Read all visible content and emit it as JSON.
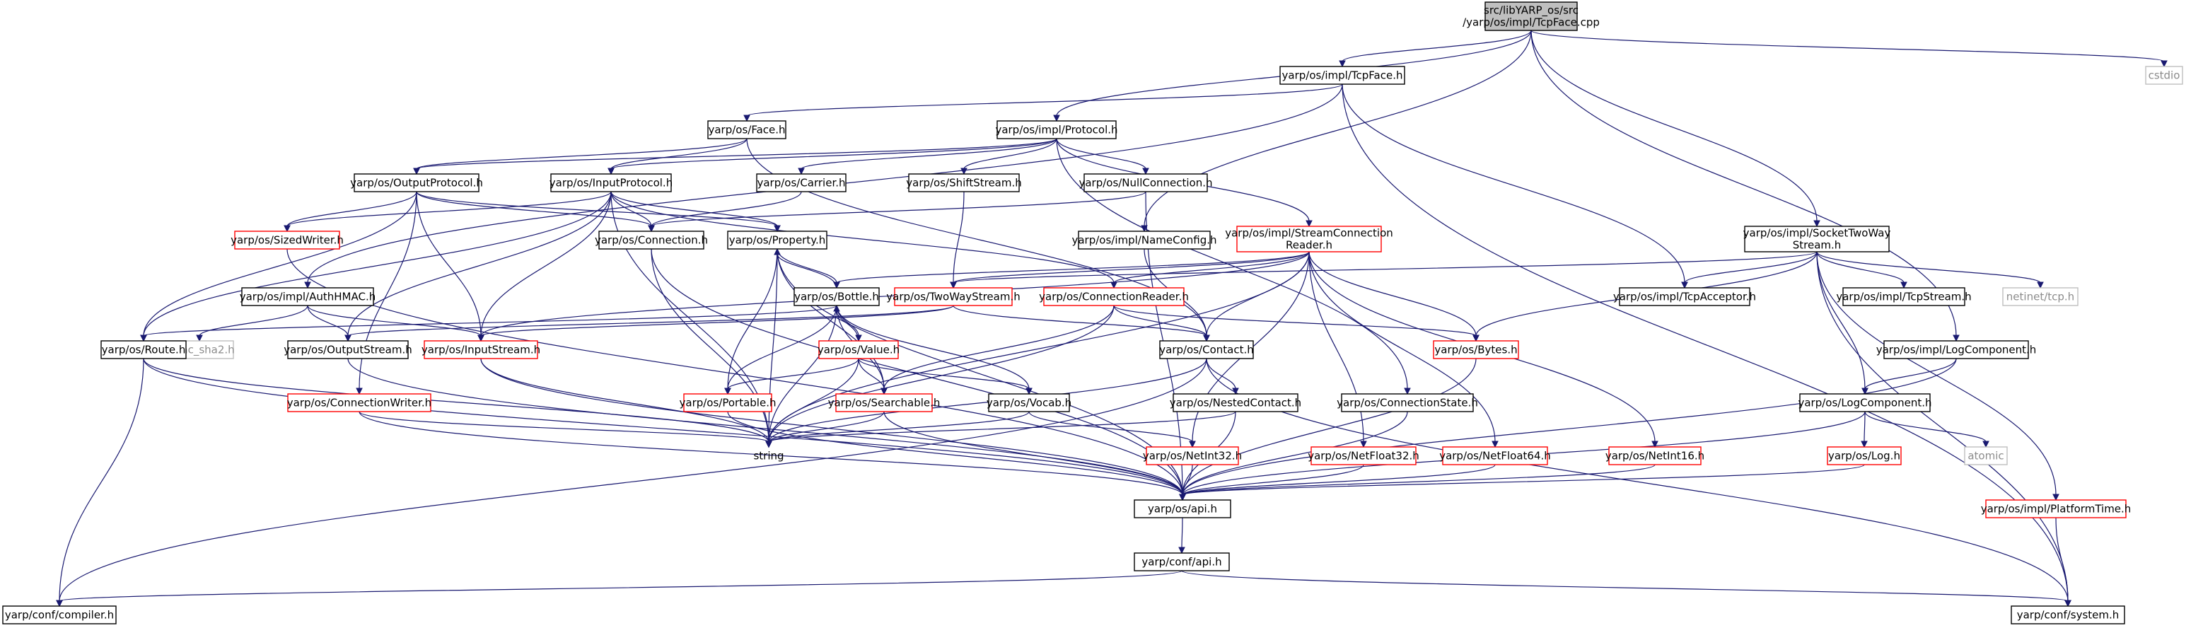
{
  "colors": {
    "edge": "#191970",
    "root_fill": "#bfbfbf",
    "missing_border": "#ff0000",
    "system_border": "#bfbfbf",
    "system_text": "#8c8c8c"
  },
  "nodes": [
    {
      "id": "root",
      "lines": [
        "src/libYARP_os/src",
        "/yarp/os/impl/TcpFace.cpp"
      ],
      "kind": "root"
    },
    {
      "id": "tcpface_h",
      "lines": [
        "yarp/os/impl/TcpFace.h"
      ],
      "kind": "normal"
    },
    {
      "id": "cstdio",
      "lines": [
        "cstdio"
      ],
      "kind": "gray"
    },
    {
      "id": "face_h",
      "lines": [
        "yarp/os/Face.h"
      ],
      "kind": "normal"
    },
    {
      "id": "protocol_h",
      "lines": [
        "yarp/os/impl/Protocol.h"
      ],
      "kind": "normal"
    },
    {
      "id": "outputprotocol_h",
      "lines": [
        "yarp/os/OutputProtocol.h"
      ],
      "kind": "normal"
    },
    {
      "id": "inputprotocol_h",
      "lines": [
        "yarp/os/InputProtocol.h"
      ],
      "kind": "normal"
    },
    {
      "id": "carrier_h",
      "lines": [
        "yarp/os/Carrier.h"
      ],
      "kind": "normal"
    },
    {
      "id": "shiftstream_h",
      "lines": [
        "yarp/os/ShiftStream.h"
      ],
      "kind": "normal"
    },
    {
      "id": "nullconnection_h",
      "lines": [
        "yarp/os/NullConnection.h"
      ],
      "kind": "normal"
    },
    {
      "id": "namecfg_h",
      "lines": [
        "yarp/os/impl/NameConfig.h"
      ],
      "kind": "normal"
    },
    {
      "id": "streamconnreader_h",
      "lines": [
        "yarp/os/impl/StreamConnection",
        "Reader.h"
      ],
      "kind": "red"
    },
    {
      "id": "sockettwoway_h",
      "lines": [
        "yarp/os/impl/SocketTwoWay",
        "Stream.h"
      ],
      "kind": "normal"
    },
    {
      "id": "sizedwriter_h",
      "lines": [
        "yarp/os/SizedWriter.h"
      ],
      "kind": "red"
    },
    {
      "id": "connection_h",
      "lines": [
        "yarp/os/Connection.h"
      ],
      "kind": "normal"
    },
    {
      "id": "property_h",
      "lines": [
        "yarp/os/Property.h"
      ],
      "kind": "normal"
    },
    {
      "id": "authhmac_h",
      "lines": [
        "yarp/os/impl/AuthHMAC.h"
      ],
      "kind": "normal"
    },
    {
      "id": "bottle_h",
      "lines": [
        "yarp/os/Bottle.h"
      ],
      "kind": "normal"
    },
    {
      "id": "twowaystream_h",
      "lines": [
        "yarp/os/TwoWayStream.h"
      ],
      "kind": "red"
    },
    {
      "id": "connreader_h",
      "lines": [
        "yarp/os/ConnectionReader.h"
      ],
      "kind": "red"
    },
    {
      "id": "tcpacceptor_h",
      "lines": [
        "yarp/os/impl/TcpAcceptor.h"
      ],
      "kind": "normal"
    },
    {
      "id": "tcpstream_h",
      "lines": [
        "yarp/os/impl/TcpStream.h"
      ],
      "kind": "normal"
    },
    {
      "id": "netinet_tcp_h",
      "lines": [
        "netinet/tcp.h"
      ],
      "kind": "gray"
    },
    {
      "id": "hmac_sha2_h",
      "lines": [
        "hmac_sha2.h"
      ],
      "kind": "gray"
    },
    {
      "id": "outputstream_h",
      "lines": [
        "yarp/os/OutputStream.h"
      ],
      "kind": "normal"
    },
    {
      "id": "inputstream_h",
      "lines": [
        "yarp/os/InputStream.h"
      ],
      "kind": "red"
    },
    {
      "id": "route_h",
      "lines": [
        "yarp/os/Route.h"
      ],
      "kind": "normal"
    },
    {
      "id": "value_h",
      "lines": [
        "yarp/os/Value.h"
      ],
      "kind": "red"
    },
    {
      "id": "contact_h",
      "lines": [
        "yarp/os/Contact.h"
      ],
      "kind": "normal"
    },
    {
      "id": "bytes_h",
      "lines": [
        "yarp/os/Bytes.h"
      ],
      "kind": "red"
    },
    {
      "id": "logcomponent_impl_h",
      "lines": [
        "yarp/os/impl/LogComponent.h"
      ],
      "kind": "normal"
    },
    {
      "id": "logcomponent_h",
      "lines": [
        "yarp/os/LogComponent.h"
      ],
      "kind": "normal"
    },
    {
      "id": "connwriter_h",
      "lines": [
        "yarp/os/ConnectionWriter.h"
      ],
      "kind": "red"
    },
    {
      "id": "portable_h",
      "lines": [
        "yarp/os/Portable.h"
      ],
      "kind": "red"
    },
    {
      "id": "searchable_h",
      "lines": [
        "yarp/os/Searchable.h"
      ],
      "kind": "red"
    },
    {
      "id": "vocab_h",
      "lines": [
        "yarp/os/Vocab.h"
      ],
      "kind": "normal"
    },
    {
      "id": "nestedcontact_h",
      "lines": [
        "yarp/os/NestedContact.h"
      ],
      "kind": "normal"
    },
    {
      "id": "connstate_h",
      "lines": [
        "yarp/os/ConnectionState.h"
      ],
      "kind": "normal"
    },
    {
      "id": "netint32_h",
      "lines": [
        "yarp/os/NetInt32.h"
      ],
      "kind": "red"
    },
    {
      "id": "netfloat32_h",
      "lines": [
        "yarp/os/NetFloat32.h"
      ],
      "kind": "red"
    },
    {
      "id": "netfloat64_h",
      "lines": [
        "yarp/os/NetFloat64.h"
      ],
      "kind": "red"
    },
    {
      "id": "netint16_h",
      "lines": [
        "yarp/os/NetInt16.h"
      ],
      "kind": "red"
    },
    {
      "id": "log_h",
      "lines": [
        "yarp/os/Log.h"
      ],
      "kind": "red"
    },
    {
      "id": "atomic",
      "lines": [
        "atomic"
      ],
      "kind": "gray"
    },
    {
      "id": "platformtime_h",
      "lines": [
        "yarp/os/impl/PlatformTime.h"
      ],
      "kind": "red"
    },
    {
      "id": "string",
      "lines": [
        "string"
      ],
      "kind": "textonly"
    },
    {
      "id": "api_h",
      "lines": [
        "yarp/os/api.h"
      ],
      "kind": "normal"
    },
    {
      "id": "conf_api_h",
      "lines": [
        "yarp/conf/api.h"
      ],
      "kind": "normal"
    },
    {
      "id": "conf_compiler_h",
      "lines": [
        "yarp/conf/compiler.h"
      ],
      "kind": "normal"
    },
    {
      "id": "conf_system_h",
      "lines": [
        "yarp/conf/system.h"
      ],
      "kind": "normal"
    }
  ],
  "edges": [
    [
      "root",
      "tcpface_h"
    ],
    [
      "root",
      "cstdio"
    ],
    [
      "root",
      "protocol_h"
    ],
    [
      "root",
      "namecfg_h"
    ],
    [
      "root",
      "sockettwoway_h"
    ],
    [
      "root",
      "logcomponent_impl_h"
    ],
    [
      "tcpface_h",
      "face_h"
    ],
    [
      "tcpface_h",
      "authhmac_h"
    ],
    [
      "tcpface_h",
      "tcpacceptor_h"
    ],
    [
      "tcpface_h",
      "conf_system_h"
    ],
    [
      "face_h",
      "outputprotocol_h"
    ],
    [
      "face_h",
      "inputprotocol_h"
    ],
    [
      "face_h",
      "contact_h"
    ],
    [
      "protocol_h",
      "outputprotocol_h"
    ],
    [
      "protocol_h",
      "inputprotocol_h"
    ],
    [
      "protocol_h",
      "carrier_h"
    ],
    [
      "protocol_h",
      "shiftstream_h"
    ],
    [
      "protocol_h",
      "nullconnection_h"
    ],
    [
      "protocol_h",
      "streamconnreader_h"
    ],
    [
      "protocol_h",
      "connstate_h"
    ],
    [
      "outputprotocol_h",
      "sizedwriter_h"
    ],
    [
      "outputprotocol_h",
      "connection_h"
    ],
    [
      "outputprotocol_h",
      "property_h"
    ],
    [
      "outputprotocol_h",
      "inputstream_h"
    ],
    [
      "outputprotocol_h",
      "route_h"
    ],
    [
      "outputprotocol_h",
      "connwriter_h"
    ],
    [
      "inputprotocol_h",
      "sizedwriter_h"
    ],
    [
      "inputprotocol_h",
      "connection_h"
    ],
    [
      "inputprotocol_h",
      "property_h"
    ],
    [
      "inputprotocol_h",
      "connreader_h"
    ],
    [
      "inputprotocol_h",
      "outputstream_h"
    ],
    [
      "inputprotocol_h",
      "inputstream_h"
    ],
    [
      "inputprotocol_h",
      "route_h"
    ],
    [
      "inputprotocol_h",
      "string"
    ],
    [
      "carrier_h",
      "connection_h"
    ],
    [
      "shiftstream_h",
      "twowaystream_h"
    ],
    [
      "nullconnection_h",
      "connection_h"
    ],
    [
      "nullconnection_h",
      "api_h"
    ],
    [
      "namecfg_h",
      "contact_h"
    ],
    [
      "streamconnreader_h",
      "connreader_h"
    ],
    [
      "streamconnreader_h",
      "twowaystream_h"
    ],
    [
      "streamconnreader_h",
      "bottle_h"
    ],
    [
      "streamconnreader_h",
      "contact_h"
    ],
    [
      "streamconnreader_h",
      "bytes_h"
    ],
    [
      "streamconnreader_h",
      "inputstream_h"
    ],
    [
      "streamconnreader_h",
      "netint32_h"
    ],
    [
      "streamconnreader_h",
      "netint16_h"
    ],
    [
      "streamconnreader_h",
      "netfloat32_h"
    ],
    [
      "streamconnreader_h",
      "netfloat64_h"
    ],
    [
      "streamconnreader_h",
      "string"
    ],
    [
      "sockettwoway_h",
      "twowaystream_h"
    ],
    [
      "sockettwoway_h",
      "tcpacceptor_h"
    ],
    [
      "sockettwoway_h",
      "tcpstream_h"
    ],
    [
      "sockettwoway_h",
      "netinet_tcp_h"
    ],
    [
      "sockettwoway_h",
      "bytes_h"
    ],
    [
      "sockettwoway_h",
      "logcomponent_h"
    ],
    [
      "sockettwoway_h",
      "platformtime_h"
    ],
    [
      "sockettwoway_h",
      "conf_system_h"
    ],
    [
      "sizedwriter_h",
      "api_h"
    ],
    [
      "connection_h",
      "string"
    ],
    [
      "connection_h",
      "api_h"
    ],
    [
      "property_h",
      "bottle_h"
    ],
    [
      "property_h",
      "portable_h"
    ],
    [
      "property_h",
      "searchable_h"
    ],
    [
      "property_h",
      "string"
    ],
    [
      "property_h",
      "api_h"
    ],
    [
      "authhmac_h",
      "hmac_sha2_h"
    ],
    [
      "authhmac_h",
      "outputstream_h"
    ],
    [
      "authhmac_h",
      "inputstream_h"
    ],
    [
      "bottle_h",
      "property_h"
    ],
    [
      "bottle_h",
      "value_h"
    ],
    [
      "bottle_h",
      "portable_h"
    ],
    [
      "bottle_h",
      "searchable_h"
    ],
    [
      "bottle_h",
      "vocab_h"
    ],
    [
      "bottle_h",
      "string"
    ],
    [
      "bottle_h",
      "route_h"
    ],
    [
      "twowaystream_h",
      "outputstream_h"
    ],
    [
      "twowaystream_h",
      "inputstream_h"
    ],
    [
      "twowaystream_h",
      "contact_h"
    ],
    [
      "connreader_h",
      "bytes_h"
    ],
    [
      "connreader_h",
      "contact_h"
    ],
    [
      "connreader_h",
      "searchable_h"
    ],
    [
      "connreader_h",
      "string"
    ],
    [
      "outputstream_h",
      "api_h"
    ],
    [
      "inputstream_h",
      "string"
    ],
    [
      "inputstream_h",
      "api_h"
    ],
    [
      "route_h",
      "conf_compiler_h"
    ],
    [
      "route_h",
      "string"
    ],
    [
      "route_h",
      "api_h"
    ],
    [
      "value_h",
      "bottle_h"
    ],
    [
      "value_h",
      "portable_h"
    ],
    [
      "value_h",
      "searchable_h"
    ],
    [
      "value_h",
      "vocab_h"
    ],
    [
      "value_h",
      "string"
    ],
    [
      "contact_h",
      "nestedcontact_h"
    ],
    [
      "contact_h",
      "string"
    ],
    [
      "contact_h",
      "conf_compiler_h"
    ],
    [
      "contact_h",
      "conf_system_h"
    ],
    [
      "bytes_h",
      "api_h"
    ],
    [
      "logcomponent_impl_h",
      "logcomponent_h"
    ],
    [
      "logcomponent_impl_h",
      "api_h"
    ],
    [
      "logcomponent_h",
      "log_h"
    ],
    [
      "logcomponent_h",
      "atomic"
    ],
    [
      "logcomponent_h",
      "api_h"
    ],
    [
      "connwriter_h",
      "string"
    ],
    [
      "connwriter_h",
      "api_h"
    ],
    [
      "portable_h",
      "api_h"
    ],
    [
      "searchable_h",
      "string"
    ],
    [
      "searchable_h",
      "api_h"
    ],
    [
      "vocab_h",
      "string"
    ],
    [
      "vocab_h",
      "netint32_h"
    ],
    [
      "nestedcontact_h",
      "string"
    ],
    [
      "nestedcontact_h",
      "api_h"
    ],
    [
      "connstate_h",
      "api_h"
    ],
    [
      "netint32_h",
      "api_h"
    ],
    [
      "netfloat32_h",
      "api_h"
    ],
    [
      "netfloat64_h",
      "api_h"
    ],
    [
      "netint16_h",
      "api_h"
    ],
    [
      "log_h",
      "api_h"
    ],
    [
      "platformtime_h",
      "conf_system_h"
    ],
    [
      "api_h",
      "conf_api_h"
    ],
    [
      "conf_api_h",
      "conf_compiler_h"
    ],
    [
      "conf_api_h",
      "conf_system_h"
    ]
  ]
}
